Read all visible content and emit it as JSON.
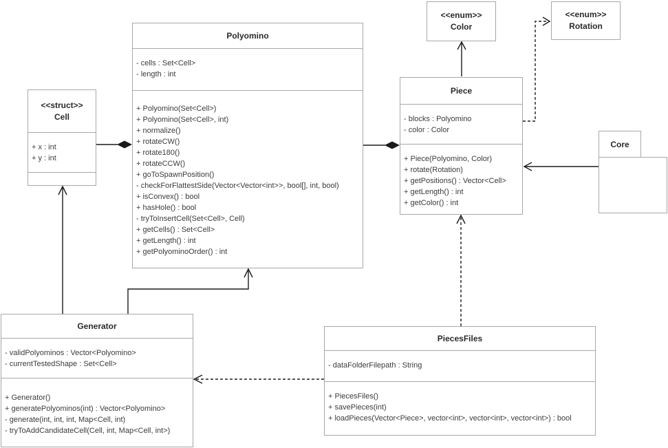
{
  "diagram": {
    "classes": {
      "polyomino": {
        "name": "Polyomino",
        "attributes": [
          "- cells : Set<Cell>",
          "- length : int"
        ],
        "methods": [
          "+ Polyomino(Set<Cell>)",
          "+ Polyomino(Set<Cell>, int)",
          "+ normalize()",
          "+ rotateCW()",
          "+ rotate180()",
          "+ rotateCCW()",
          "+ goToSpawnPosition()",
          "- checkForFlattestSide(Vector<Vector<int>>, bool[], int, bool)",
          "+ isConvex() : bool",
          "+ hasHole() : bool",
          "- tryToInsertCell(Set<Cell>, Cell)",
          "+ getCells() : Set<Cell>",
          "+ getLength() : int",
          "+ getPolyominoOrder() : int"
        ]
      },
      "cell": {
        "stereotype": "<<struct>>",
        "name": "Cell",
        "attributes": [
          "+ x : int",
          "+ y : int"
        ],
        "methods": []
      },
      "color": {
        "stereotype": "<<enum>>",
        "name": "Color"
      },
      "rotation": {
        "stereotype": "<<enum>>",
        "name": "Rotation"
      },
      "piece": {
        "name": "Piece",
        "attributes": [
          "- blocks : Polyomino",
          "- color : Color"
        ],
        "methods": [
          "+ Piece(Polyomino, Color)",
          "+ rotate(Rotation)",
          "+ getPositions() : Vector<Cell>",
          "+ getLength() : int",
          "+ getColor() : int"
        ]
      },
      "generator": {
        "name": "Generator",
        "attributes": [
          "- validPolyominos : Vector<Polyomino>",
          "- currentTestedShape : Set<Cell>"
        ],
        "methods": [
          "+ Generator()",
          "+ generatePolyominos(int) : Vector<Polyomino>",
          "- generate(int, int, int, Map<Cell, int)",
          "- tryToAddCandidateCell(Cell, int, Map<Cell, int>)"
        ]
      },
      "piecesfiles": {
        "name": "PiecesFiles",
        "attributes": [
          "- dataFolderFilepath : String"
        ],
        "methods": [
          "+ PiecesFiles()",
          "+ savePieces(int)",
          "+ loadPieces(Vector<Piece>, vector<int>, vector<int>, vector<int>) : bool"
        ]
      }
    },
    "package": {
      "name": "Core"
    },
    "relations": [
      {
        "from": "Cell",
        "to": "Polyomino",
        "type": "composition"
      },
      {
        "from": "Polyomino",
        "to": "Piece",
        "type": "composition"
      },
      {
        "from": "Piece",
        "to": "Color",
        "type": "association"
      },
      {
        "from": "Piece",
        "to": "Rotation",
        "type": "dependency"
      },
      {
        "from": "Core",
        "to": "Piece",
        "type": "association"
      },
      {
        "from": "Generator",
        "to": "Cell",
        "type": "association"
      },
      {
        "from": "Generator",
        "to": "Polyomino",
        "type": "association"
      },
      {
        "from": "PiecesFiles",
        "to": "Generator",
        "type": "dependency"
      },
      {
        "from": "PiecesFiles",
        "to": "Piece",
        "type": "dependency"
      }
    ],
    "colors": {
      "box_border": "#a7a7a7",
      "wire": "#1a1a1a",
      "title_text": "#2a2a2a",
      "member_text": "#3b3b3b",
      "background": "#ffffff"
    }
  }
}
